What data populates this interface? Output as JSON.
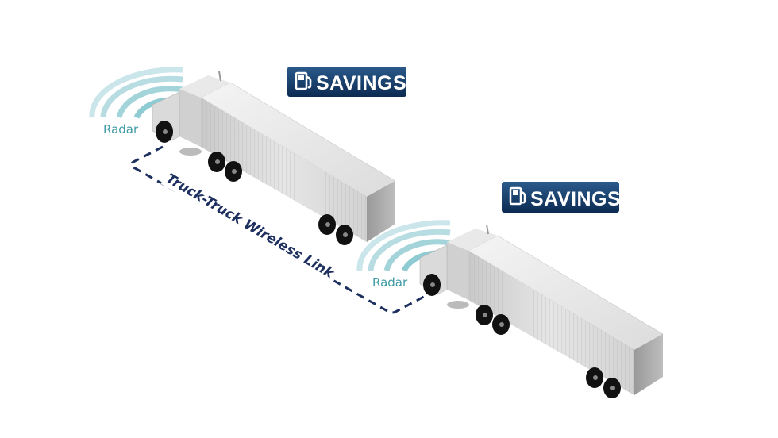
{
  "diagram": {
    "trucks": [
      {
        "badge_label": "SAVINGS",
        "badge_icon": "fuel-pump-icon",
        "radar_label": "Radar"
      },
      {
        "badge_label": "SAVINGS",
        "badge_icon": "fuel-pump-icon",
        "radar_label": "Radar"
      }
    ],
    "link_label": "Truck-Truck Wireless Link",
    "colors": {
      "badge": "#143c6b",
      "radar": "#7cc2cb",
      "link": "#1d2f5e"
    }
  }
}
